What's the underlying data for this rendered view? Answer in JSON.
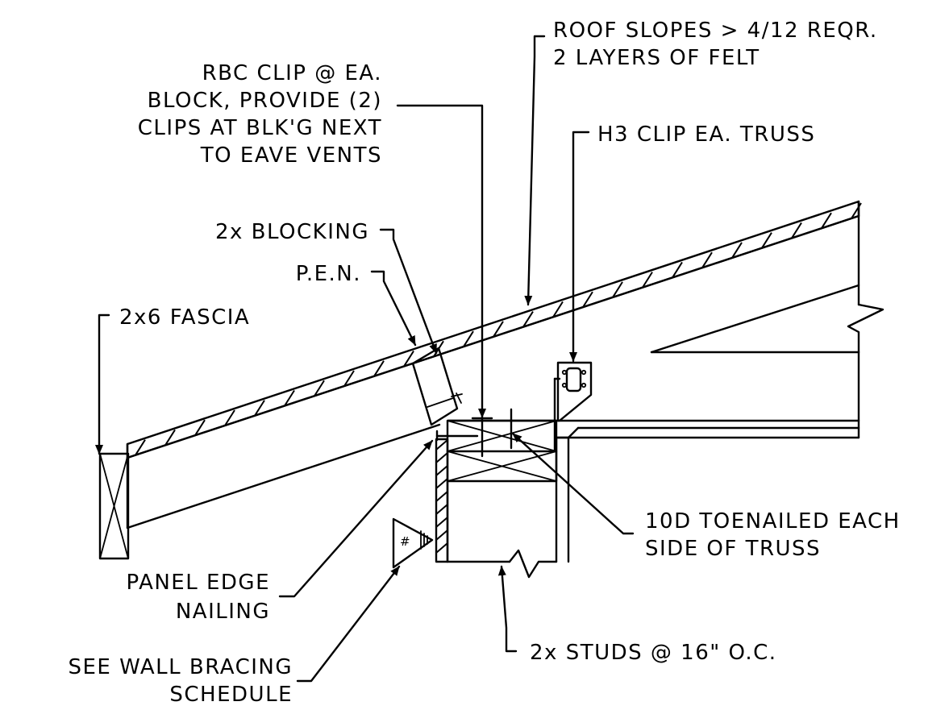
{
  "callouts": {
    "roof_felt": [
      "ROOF SLOPES > 4/12 REQR.",
      "2 LAYERS OF FELT"
    ],
    "rbc_clip": [
      "RBC CLIP @ EA.",
      "BLOCK, PROVIDE (2)",
      "CLIPS AT BLK'G NEXT",
      "TO EAVE VENTS"
    ],
    "h3_clip": "H3 CLIP EA. TRUSS",
    "blocking": "2x BLOCKING",
    "pen": "P.E.N.",
    "fascia": "2x6 FASCIA",
    "toenail": [
      "10D TOENAILED EACH",
      "SIDE OF TRUSS"
    ],
    "panel_edge": [
      "PANEL EDGE",
      "NAILING"
    ],
    "wall_bracing": [
      "SEE WALL BRACING",
      "SCHEDULE"
    ],
    "studs": "2x STUDS @ 16\" O.C."
  },
  "symbol_tag": "#"
}
